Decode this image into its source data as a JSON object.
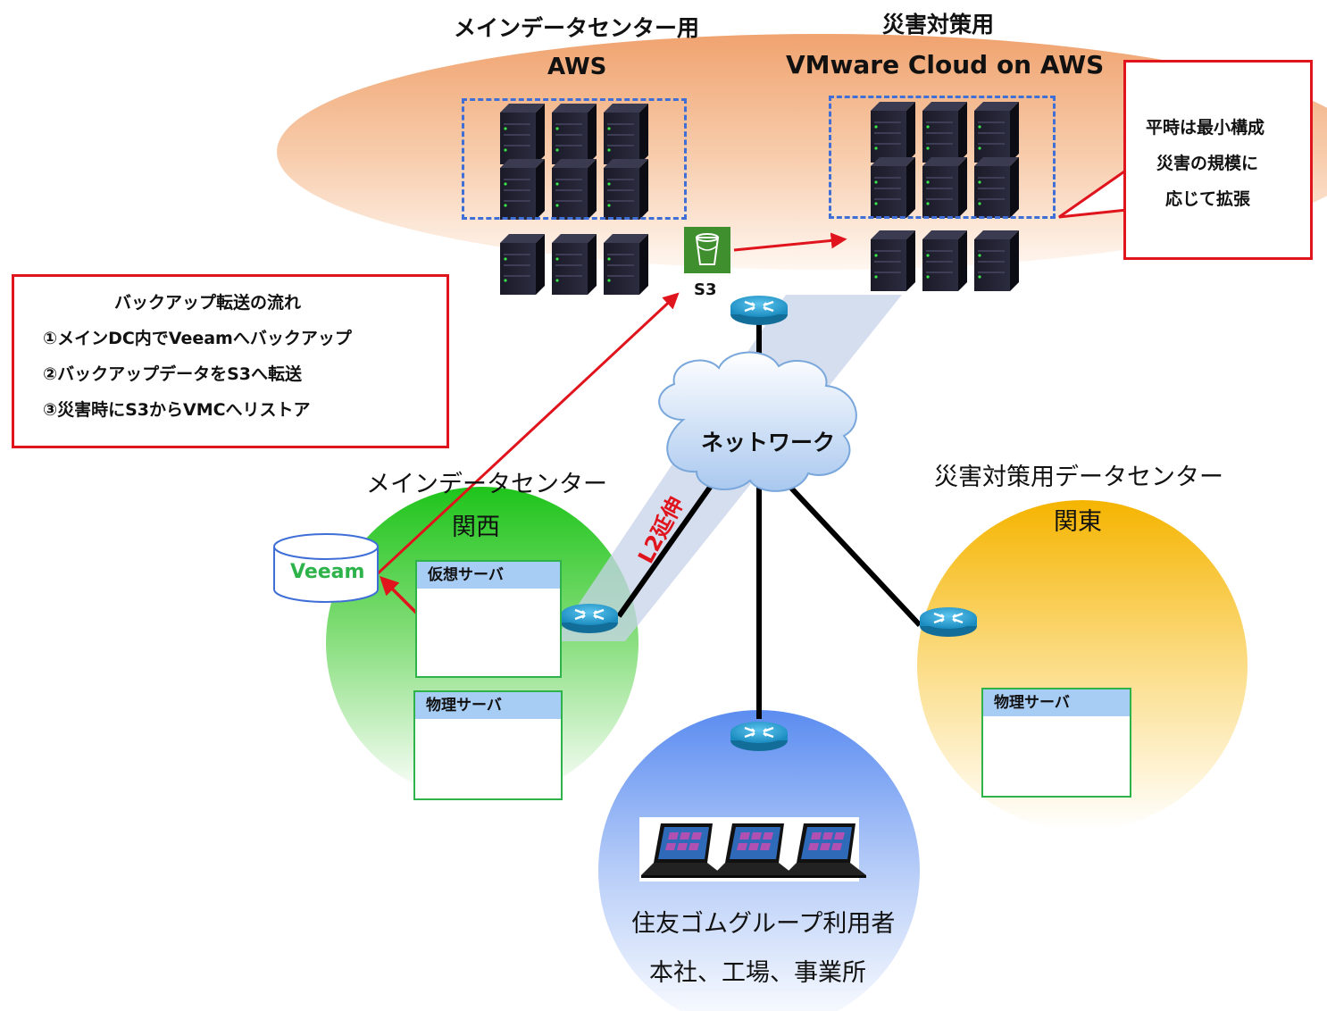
{
  "aws": {
    "title_line1": "メインデータセンター用",
    "title_line2": "AWS"
  },
  "vmc": {
    "title_line1": "災害対策用",
    "title_line2": "VMware Cloud on AWS"
  },
  "callout": {
    "line1": "平時は最小構成",
    "line2": "災害の規模に",
    "line3": "応じて拡張"
  },
  "s3": {
    "label": "S3"
  },
  "legend": {
    "title": "バックアップ転送の流れ",
    "step1": "①メインDC内でVeeamへバックアップ",
    "step2": "②バックアップデータをS3へ転送",
    "step3": "③災害時にS3からVMCへリストア"
  },
  "network": {
    "label": "ネットワーク"
  },
  "l2": {
    "label": "L2延伸"
  },
  "main_dc": {
    "title_line1": "メインデータセンター",
    "title_line2": "関西",
    "veeam": "Veeam",
    "virtual_panel": "仮想サーバ",
    "physical_panel": "物理サーバ"
  },
  "dr_dc": {
    "title_line1": "災害対策用データセンター",
    "title_line2": "関東",
    "physical_panel": "物理サーバ"
  },
  "users": {
    "line1": "住友ゴムグループ利用者",
    "line2": "本社、工場、事業所"
  },
  "colors": {
    "aws_ellipse": "#f4b183",
    "main_dc_circle": "#22c71f",
    "dr_dc_circle": "#f5b700",
    "users_circle": "#5b8cf0",
    "router": "#29a3d6",
    "arrow": "#e0141c",
    "l2_band": "#c7d3ea"
  },
  "icons": {
    "server": "server-icon",
    "router": "router-icon",
    "cloud": "cloud-icon",
    "laptop": "laptop-icon",
    "bucket": "s3-bucket-icon",
    "database": "database-icon"
  }
}
